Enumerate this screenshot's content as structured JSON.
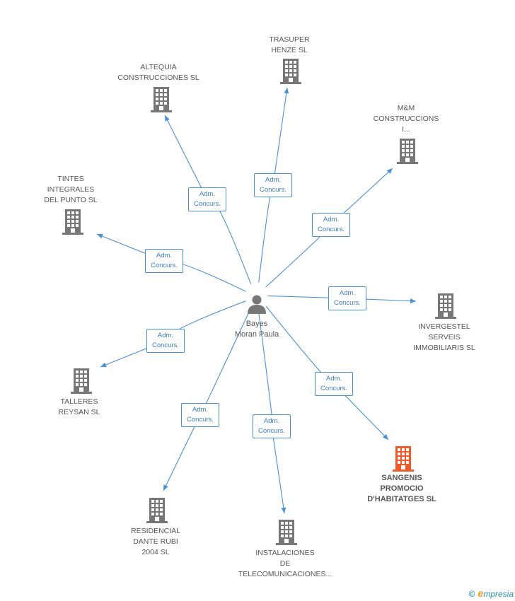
{
  "center": {
    "name": "Bayes\nMoran Paula",
    "icon": "person-icon",
    "color": "#777777"
  },
  "colors": {
    "edge": "#4a8fd9",
    "company": "#777777",
    "highlight": "#f05a28"
  },
  "relations": [
    {
      "id": "altequia",
      "label": "ALTEQUIA\nCONSTRUCCIONES SL",
      "rel": "Adm.\nConcurs.",
      "highlight": false
    },
    {
      "id": "trasuper",
      "label": "TRASUPER\nHENZE SL",
      "rel": "Adm.\nConcurs.",
      "highlight": false
    },
    {
      "id": "mm",
      "label": "M&M\nCONSTRUCCIONS\nI...",
      "rel": "Adm.\nConcurs.",
      "highlight": false
    },
    {
      "id": "tintes",
      "label": "TINTES\nINTEGRALES\nDEL PUNTO SL",
      "rel": "Adm.\nConcurs.",
      "highlight": false
    },
    {
      "id": "invergestel",
      "label": "INVERGESTEL\nSERVEIS\nIMMOBILIARIS SL",
      "rel": "Adm.\nConcurs.",
      "highlight": false
    },
    {
      "id": "talleres",
      "label": "TALLERES\nREYSAN SL",
      "rel": "Adm.\nConcurs.",
      "highlight": false
    },
    {
      "id": "sangenis",
      "label": "SANGENIS\nPROMOCIO\nD'HABITATGES SL",
      "rel": "Adm.\nConcurs.",
      "highlight": true
    },
    {
      "id": "residencial",
      "label": "RESIDENCIAL\nDANTE RUBI\n2004 SL",
      "rel": "Adm.\nConcurs.",
      "highlight": false
    },
    {
      "id": "instalaciones",
      "label": "INSTALACIONES\nDE\nTELECOMUNICACIONES...",
      "rel": "Adm.\nConcurs.",
      "highlight": false
    }
  ],
  "footer": {
    "copyright": "©",
    "brand_initial": "e",
    "brand_rest": "mpresia"
  }
}
